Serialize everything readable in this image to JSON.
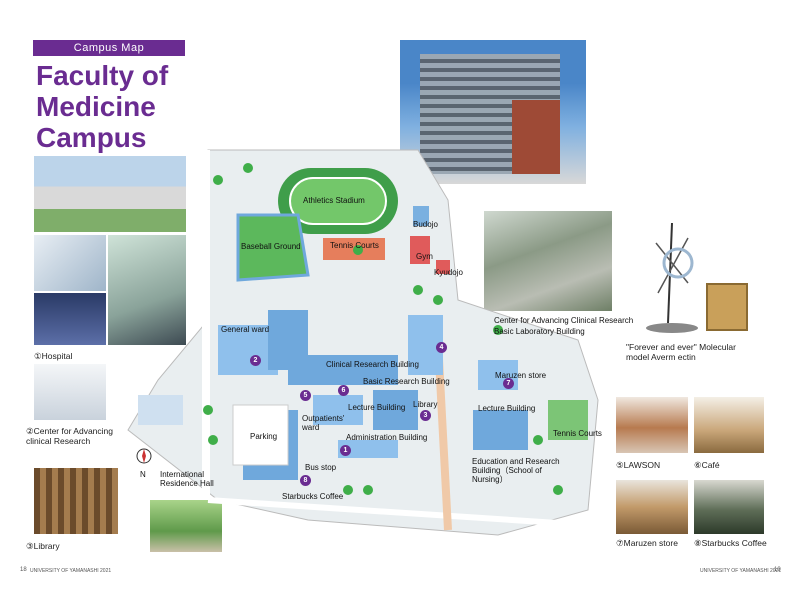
{
  "header": {
    "banner": "Campus Map",
    "title": "Faculty of Medicine Campus"
  },
  "map_labels": {
    "athletics": "Athletics Stadium",
    "baseball": "Baseball Ground",
    "tennis_courts_top": "Tennis Courts",
    "budojo": "Budojo",
    "gym": "Gym",
    "kyudojo": "Kyudojo",
    "general_ward": "General ward",
    "clinical_research": "Clinical Research Building",
    "basic_research": "Basic Research Building",
    "center_advancing": "Center for Advancing Clinical Research",
    "basic_lab": "Basic Laboratory Building",
    "maruzen_store": "Maruzen store",
    "lecture_building_1": "Lecture Building",
    "library": "Library",
    "lecture_building_2": "Lecture Building",
    "outpatients": "Outpatients' ward",
    "parking": "Parking",
    "administration": "Administration Building",
    "tennis_courts_right": "Tennis Courts",
    "education_research": "Education and Research Building（School of Nursing）",
    "bus_stop": "Bus stop",
    "starbucks": "Starbucks Coffee",
    "international": "International Residence Hall",
    "compass": "N"
  },
  "captions": {
    "hospital": "①Hospital",
    "center": "②Center for Advancing clinical Research",
    "library": "③Library",
    "lawson": "⑤LAWSON",
    "cafe": "⑥Café",
    "maruzen": "⑦Maruzen store",
    "starbucks": "⑧Starbucks Coffee",
    "sculpture": "\"Forever and ever\" Molecular model Averm ectin"
  },
  "markers": [
    "2",
    "4",
    "5",
    "6",
    "7",
    "3",
    "1",
    "8"
  ],
  "footer": {
    "left_page": "18",
    "left_text": "UNIVERSITY OF YAMANASHI 2021",
    "right_text": "UNIVERSITY OF YAMANASHI 2021",
    "right_page": "19"
  },
  "colors": {
    "accent": "#6a2c91",
    "grass": "#7cc576",
    "building": "#6fa8dc",
    "road": "#ececec"
  }
}
